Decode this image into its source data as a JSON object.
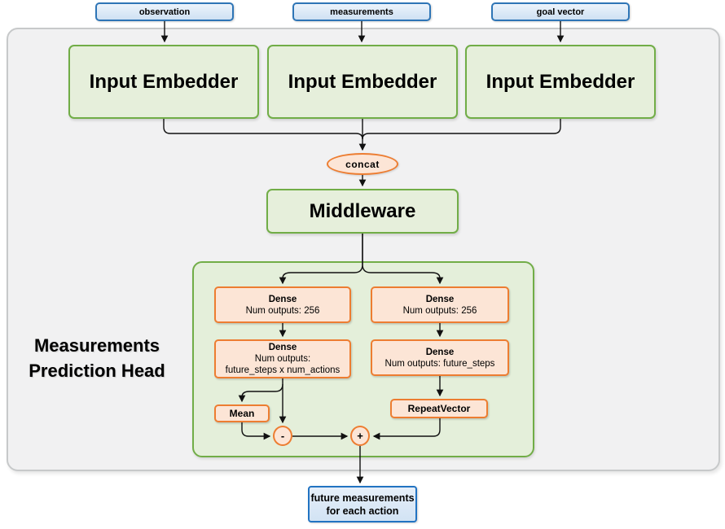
{
  "diagram": {
    "inputs": {
      "observation": "observation",
      "measurements": "measurements",
      "goal_vector": "goal vector"
    },
    "embedders": {
      "first": "Input Embedder",
      "second": "Input Embedder",
      "third": "Input Embedder"
    },
    "concat_label": "concat",
    "middleware_label": "Middleware",
    "head": {
      "title_line1": "Measurements",
      "title_line2": "Prediction Head",
      "dense_left_top": {
        "title": "Dense",
        "detail": "Num outputs: 256"
      },
      "dense_right_top": {
        "title": "Dense",
        "detail": "Num outputs: 256"
      },
      "dense_left_bottom": {
        "title": "Dense",
        "detail": "Num outputs:",
        "detail2": "future_steps x num_actions"
      },
      "dense_right_bottom": {
        "title": "Dense",
        "detail": "Num outputs: future_steps"
      },
      "mean_label": "Mean",
      "repeat_vector_label": "RepeatVector",
      "minus_label": "-",
      "plus_label": "+"
    },
    "output": {
      "line1": "future measurements",
      "line2": "for each action"
    },
    "colors": {
      "blue_border": "#2e75b6",
      "blue_fill": "#d9e7f5",
      "green_border": "#71ad47",
      "green_fill": "#e6efdb",
      "head_fill": "#e4efda",
      "orange_border": "#ed7d31",
      "orange_fill": "#fce5d6",
      "container_fill": "#f1f1f2",
      "container_border": "#c7c9ca",
      "arrow": "#111111"
    }
  }
}
